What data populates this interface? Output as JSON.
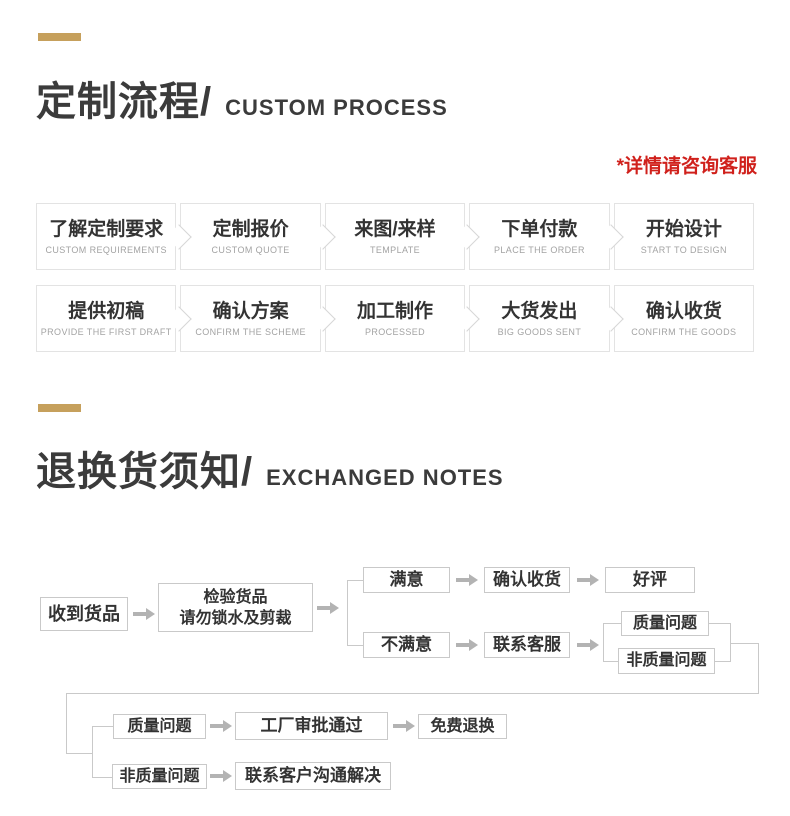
{
  "colors": {
    "accent_gold": "#c6a05c",
    "note_red": "#d0211c"
  },
  "section_custom": {
    "title_zh": "定制流程/",
    "title_en": "CUSTOM PROCESS",
    "note": "*详情请咨询客服",
    "steps_row1": [
      {
        "title": "了解定制要求",
        "subtitle": "CUSTOM REQUIREMENTS"
      },
      {
        "title": "定制报价",
        "subtitle": "CUSTOM QUOTE"
      },
      {
        "title": "来图/来样",
        "subtitle": "TEMPLATE"
      },
      {
        "title": "下单付款",
        "subtitle": "PLACE THE ORDER"
      },
      {
        "title": "开始设计",
        "subtitle": "START TO DESIGN"
      }
    ],
    "steps_row2": [
      {
        "title": "提供初稿",
        "subtitle": "PROVIDE THE FIRST DRAFT"
      },
      {
        "title": "确认方案",
        "subtitle": "CONFIRM THE SCHEME"
      },
      {
        "title": "加工制作",
        "subtitle": "PROCESSED"
      },
      {
        "title": "大货发出",
        "subtitle": "BIG GOODS SENT"
      },
      {
        "title": "确认收货",
        "subtitle": "CONFIRM THE GOODS"
      }
    ]
  },
  "section_exchange": {
    "title_zh": "退换货须知/",
    "title_en": "EXCHANGED NOTES",
    "flow": {
      "receive": "收到货品",
      "inspect_l1": "检验货品",
      "inspect_l2": "请勿锁水及剪裁",
      "satisfied": "满意",
      "confirm_receipt": "确认收货",
      "praise": "好评",
      "unsatisfied": "不满意",
      "contact_service": "联系客服",
      "quality_issue": "质量问题",
      "non_quality_issue": "非质量问题",
      "quality_issue_lower": "质量问题",
      "factory_approved": "工厂审批通过",
      "free_exchange": "免费退换",
      "non_quality_issue_lower": "非质量问题",
      "negotiate": "联系客户沟通解决"
    }
  }
}
